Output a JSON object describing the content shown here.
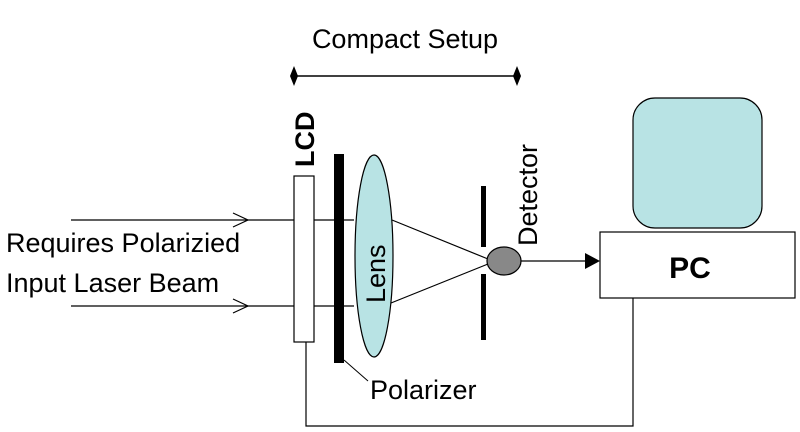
{
  "title": "Compact Setup",
  "labels": {
    "input_line1": "Requires Polarizied",
    "input_line2": "Input Laser Beam",
    "lcd": "LCD",
    "lens": "Lens",
    "detector": "Detector",
    "polarizer": "Polarizer",
    "pc": "PC"
  },
  "colors": {
    "lens_fill": "#b8e3e4",
    "monitor_fill": "#b8e3e4",
    "detector_fill": "#888888",
    "stroke": "#000000"
  }
}
